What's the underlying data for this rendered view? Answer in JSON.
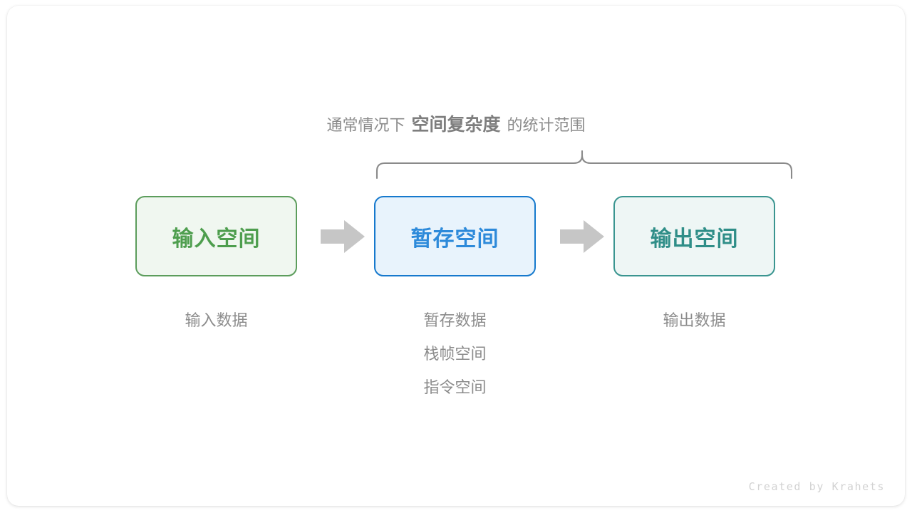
{
  "caption": {
    "prefix": "通常情况下",
    "emphasis": "空间复杂度",
    "suffix": "的统计范围"
  },
  "boxes": [
    {
      "id": "input",
      "label": "输入空间",
      "border_color": "#5c9d5c",
      "fill_color": "#f0f7f0",
      "text_color": "#4e9e4e",
      "sublabels": [
        "输入数据"
      ]
    },
    {
      "id": "temp",
      "label": "暂存空间",
      "border_color": "#1679cd",
      "fill_color": "#e8f3fc",
      "text_color": "#2d8ada",
      "sublabels": [
        "暂存数据",
        "栈帧空间",
        "指令空间"
      ]
    },
    {
      "id": "output",
      "label": "输出空间",
      "border_color": "#3a9590",
      "fill_color": "#eef6f5",
      "text_color": "#2f8e88",
      "sublabels": [
        "输出数据"
      ]
    }
  ],
  "arrows": {
    "count": 2,
    "color": "#c6c6c6",
    "direction": "right"
  },
  "brace": {
    "color": "#8a8a8a",
    "spans": [
      "temp",
      "output"
    ]
  },
  "credit": "Created by Krahets"
}
